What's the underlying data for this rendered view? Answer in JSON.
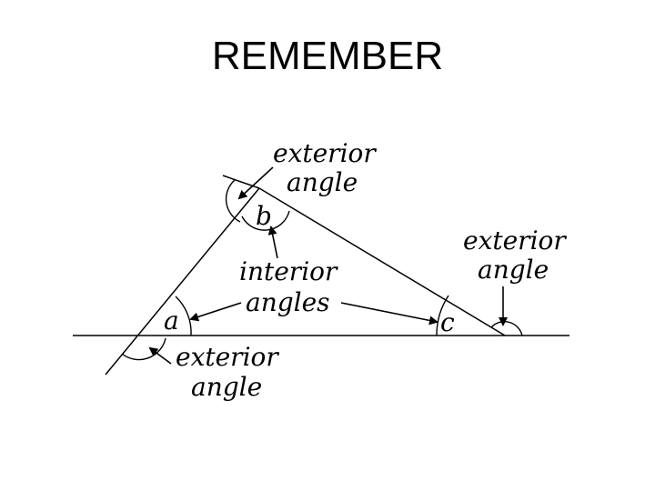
{
  "title": "REMEMBER",
  "diagram": {
    "vertices": {
      "a": "a",
      "b": "b",
      "c": "c"
    },
    "labels": {
      "exterior_top_line1": "exterior",
      "exterior_top_line2": "angle",
      "exterior_right_line1": "exterior",
      "exterior_right_line2": "angle",
      "exterior_bottom_line1": "exterior",
      "exterior_bottom_line2": "angle",
      "interior_line1": "interior",
      "interior_line2": "angles"
    }
  }
}
